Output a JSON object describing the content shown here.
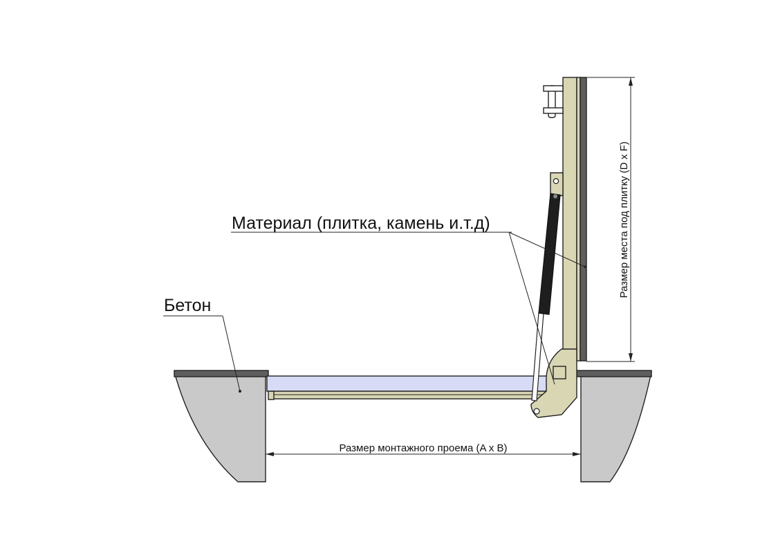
{
  "labels": {
    "material": "Материал (плитка, камень и.т.д)",
    "concrete": "Бетон",
    "opening_size": "Размер монтажного проема (A x B)",
    "tile_space_size": "Размер места под плитку (D x F)"
  },
  "colors": {
    "concrete": "#c9c9c9",
    "frame": "#d9d6b4",
    "glass": "#d7dbf5",
    "tile_edge": "#5e5e5e",
    "gas_spring": "#1e1e1e",
    "line": "#222222"
  }
}
